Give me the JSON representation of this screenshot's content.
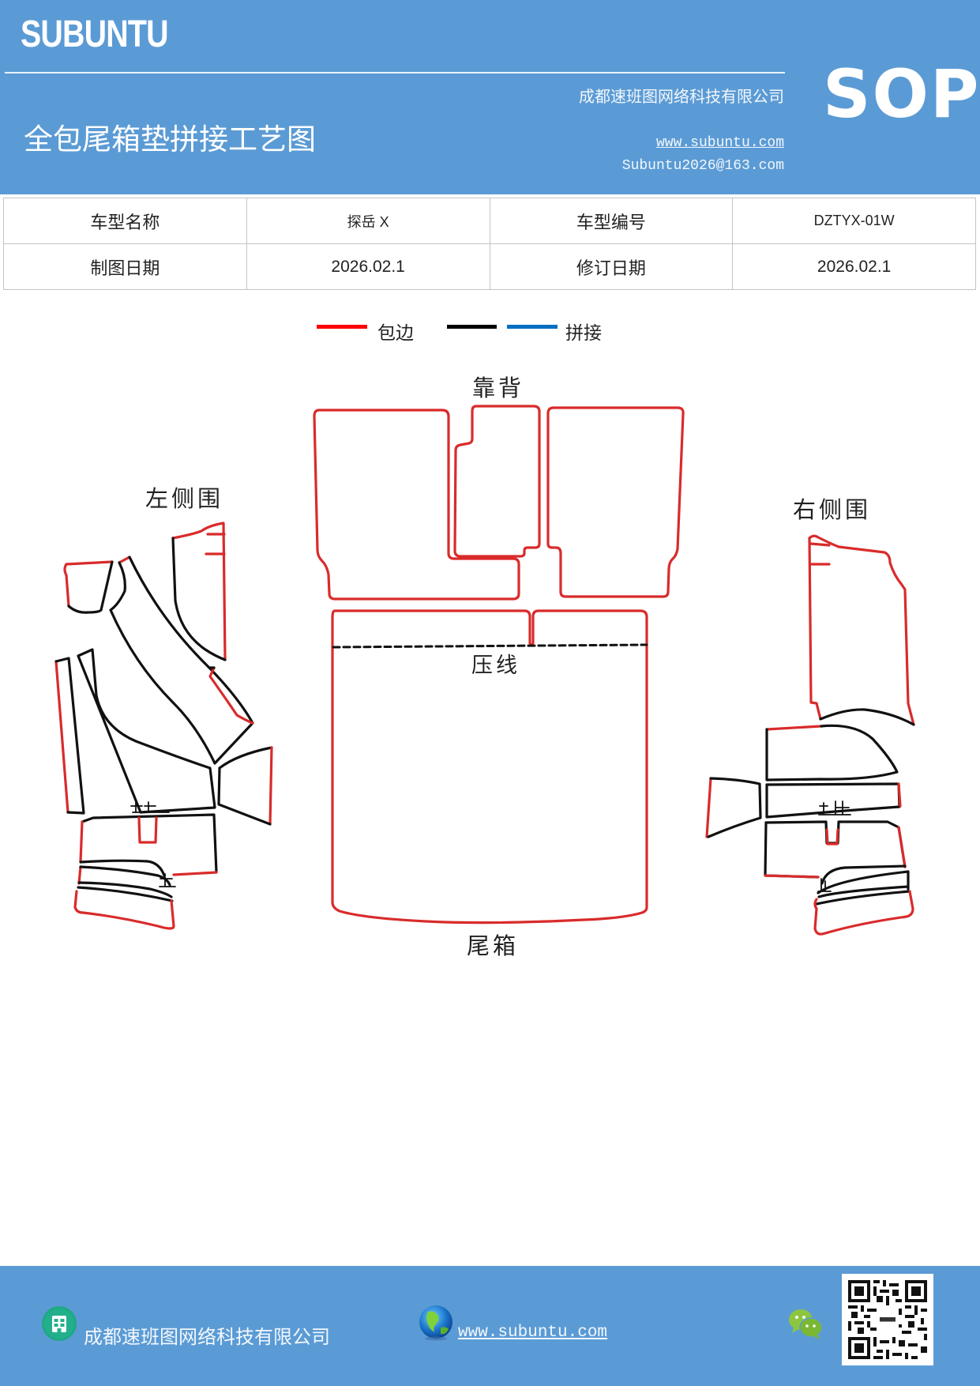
{
  "header": {
    "brand": "SUBUNTU",
    "document_title": "全包尾箱垫拼接工艺图",
    "company": "成都速班图网络科技有限公司",
    "website": "www.subuntu.com",
    "email": "Subuntu2026@163.com",
    "badge": "SOP"
  },
  "info_table": {
    "rows": [
      {
        "label1": "车型名称",
        "value1": "探岳 X",
        "label2": "车型编号",
        "value2": "DZTYX-01W"
      },
      {
        "label1": "制图日期",
        "value1": "2026.02.1",
        "label2": "修订日期",
        "value2": "2026.02.1"
      }
    ]
  },
  "legend": {
    "items": [
      {
        "label": "包边",
        "color": "#ff0000"
      },
      {
        "label": "",
        "color": "#000000"
      },
      {
        "label": "拼接",
        "color": "#0070c0"
      }
    ]
  },
  "diagram": {
    "labels": {
      "backrest": "靠背",
      "left_side": "左侧围",
      "right_side": "右侧围",
      "press_line": "压线",
      "trunk": "尾箱"
    },
    "colors": {
      "edge_binding": "#d92b2b",
      "seam": "#111111",
      "press_line": "#111111"
    }
  },
  "footer": {
    "company": "成都速班图网络科技有限公司",
    "website": "www.subuntu.com",
    "icons": [
      "building-icon",
      "globe-icon",
      "wechat-icon",
      "qr-code"
    ]
  }
}
